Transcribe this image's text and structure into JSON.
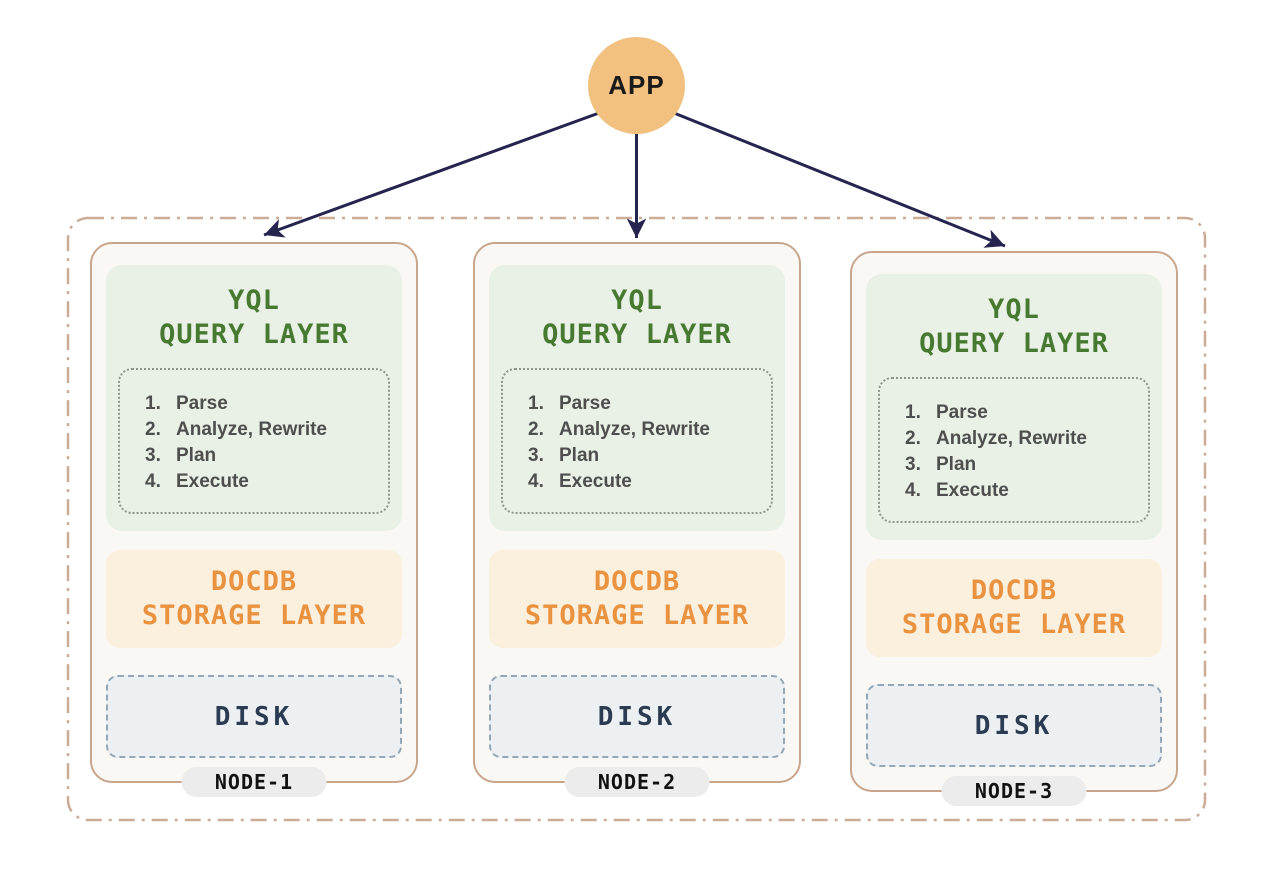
{
  "app": {
    "label": "APP"
  },
  "cluster": {
    "nodes": [
      {
        "node_label": "NODE-1",
        "query_layer": {
          "title_line1": "YQL",
          "title_line2": "QUERY LAYER",
          "steps": [
            {
              "num": "1.",
              "label": "Parse"
            },
            {
              "num": "2.",
              "label": "Analyze, Rewrite"
            },
            {
              "num": "3.",
              "label": "Plan"
            },
            {
              "num": "4.",
              "label": "Execute"
            }
          ]
        },
        "storage_layer": {
          "title_line1": "DOCDB",
          "title_line2": "STORAGE LAYER"
        },
        "disk": {
          "label": "DISK"
        }
      },
      {
        "node_label": "NODE-2",
        "query_layer": {
          "title_line1": "YQL",
          "title_line2": "QUERY LAYER",
          "steps": [
            {
              "num": "1.",
              "label": "Parse"
            },
            {
              "num": "2.",
              "label": "Analyze, Rewrite"
            },
            {
              "num": "3.",
              "label": "Plan"
            },
            {
              "num": "4.",
              "label": "Execute"
            }
          ]
        },
        "storage_layer": {
          "title_line1": "DOCDB",
          "title_line2": "STORAGE LAYER"
        },
        "disk": {
          "label": "DISK"
        }
      },
      {
        "node_label": "NODE-3",
        "query_layer": {
          "title_line1": "YQL",
          "title_line2": "QUERY LAYER",
          "steps": [
            {
              "num": "1.",
              "label": "Parse"
            },
            {
              "num": "2.",
              "label": "Analyze, Rewrite"
            },
            {
              "num": "3.",
              "label": "Plan"
            },
            {
              "num": "4.",
              "label": "Execute"
            }
          ]
        },
        "storage_layer": {
          "title_line1": "DOCDB",
          "title_line2": "STORAGE LAYER"
        },
        "disk": {
          "label": "DISK"
        }
      }
    ]
  },
  "colors": {
    "app_circle": "#F2C180",
    "arrow": "#24244F",
    "cluster_border": "#CBAD97",
    "card_bg": "#FAF8F4",
    "card_border": "#C9A68B",
    "query_bg": "#E9F1E7",
    "query_text": "#477A30",
    "steps_border": "#8A948A",
    "steps_text": "#4E4E4E",
    "storage_bg": "#FBEFDE",
    "storage_text": "#E9923F",
    "disk_bg": "#ECF0F2",
    "disk_border": "#94A7B7",
    "disk_text": "#2B3B52",
    "pill_bg": "#ECECEC"
  }
}
